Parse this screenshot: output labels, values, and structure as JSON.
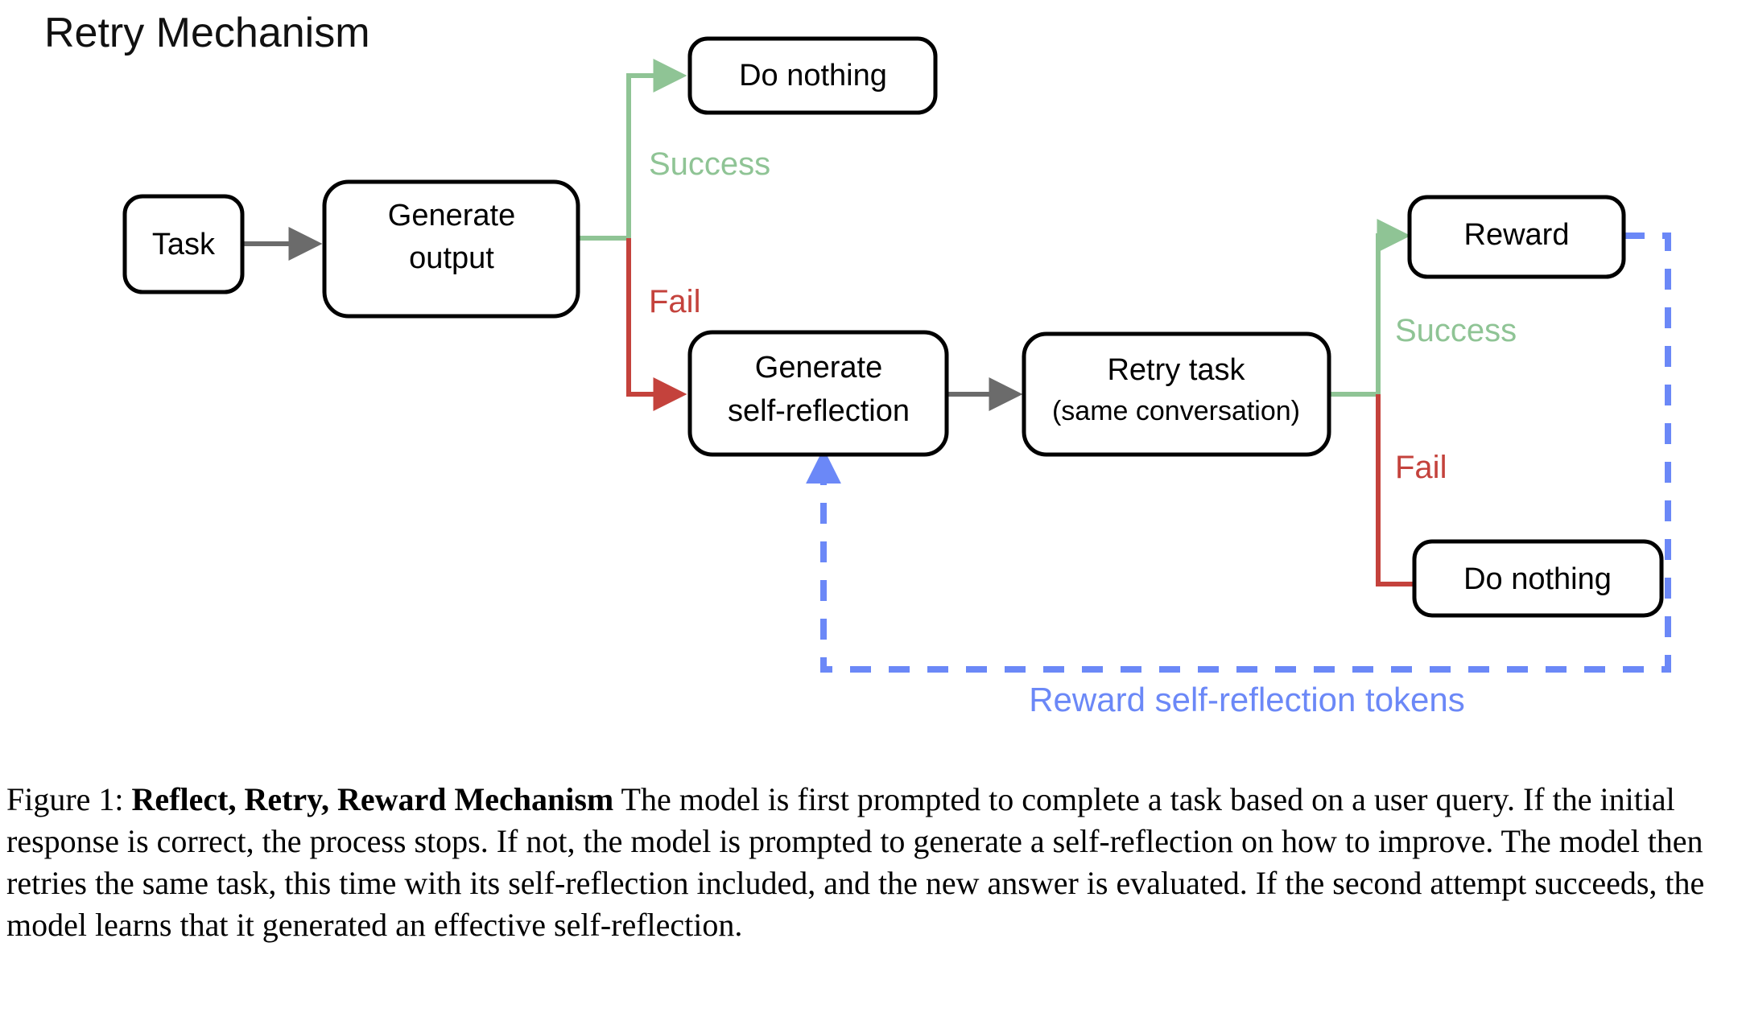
{
  "figure": {
    "title": "Retry Mechanism",
    "caption_prefix": "Figure 1: ",
    "caption_bold": "Reflect, Retry, Reward Mechanism",
    "caption_body": " The model is first prompted to complete a task based on a user query. If the initial response is correct, the process stops. If not, the model is prompted to generate a self-reflection on how to improve. The model then retries the same task, this time with its self-reflection included, and the new answer is evaluated. If the second attempt succeeds, the model learns that it generated an effective self-reflection."
  },
  "colors": {
    "success_green": "#8fc495",
    "fail_red": "#c4423c",
    "reward_blue": "#6b88f7",
    "arrow_gray": "#6b6b6b",
    "node_stroke": "#000000",
    "background": "#ffffff"
  },
  "nodes": {
    "task": {
      "label": "Task"
    },
    "generate_output": {
      "line1": "Generate",
      "line2": "output"
    },
    "do_nothing_top": {
      "label": "Do nothing"
    },
    "generate_self_reflection": {
      "line1": "Generate",
      "line2": "self-reflection"
    },
    "retry_task": {
      "line1": "Retry task",
      "line2": "(same conversation)"
    },
    "reward": {
      "label": "Reward"
    },
    "do_nothing_bottom": {
      "label": "Do nothing"
    }
  },
  "edge_labels": {
    "success_top": "Success",
    "fail_top": "Fail",
    "success_right": "Success",
    "fail_right": "Fail",
    "reward_tokens": "Reward self-reflection tokens"
  }
}
